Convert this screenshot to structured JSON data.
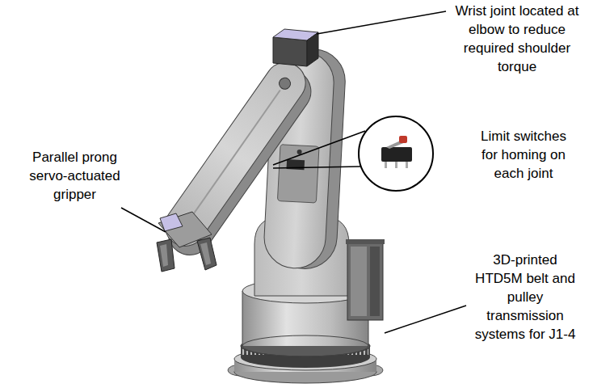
{
  "diagram": {
    "labels": [
      "Wrist joint located at elbow to reduce required shoulder torque",
      "Limit switches for homing on each joint",
      "Parallel prong servo-actuated gripper",
      "3D-printed HTD5M belt and pulley transmission systems for J1-4"
    ]
  }
}
